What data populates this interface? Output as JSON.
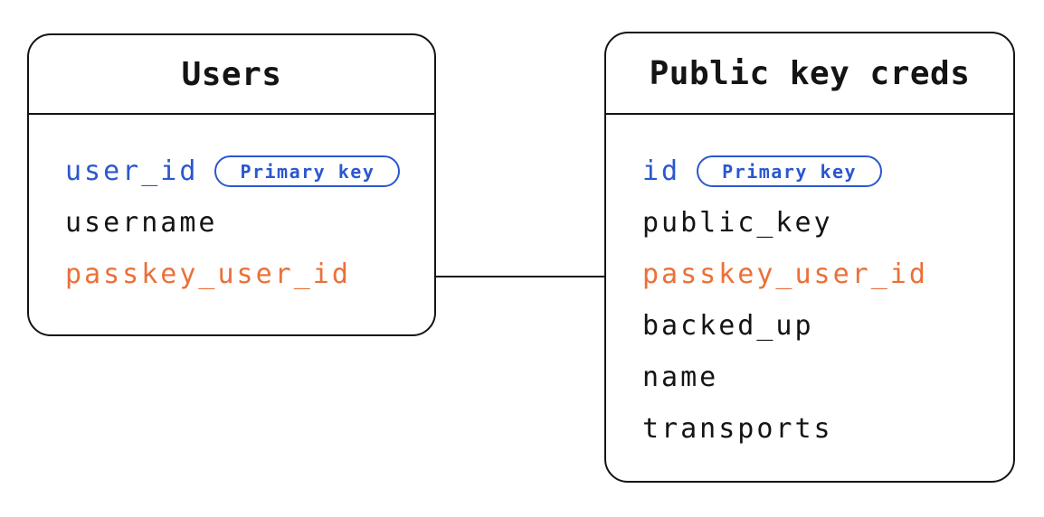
{
  "colors": {
    "border": "#141414",
    "primary_key_blue": "#2b57cf",
    "foreign_key_orange": "#eb7038",
    "background": "#ffffff"
  },
  "tables": [
    {
      "title": "Users",
      "fields": [
        {
          "name": "user_id",
          "badge": "Primary key",
          "color": "blue"
        },
        {
          "name": "username",
          "color": "black"
        },
        {
          "name": "passkey_user_id",
          "color": "orange"
        }
      ]
    },
    {
      "title": "Public key creds",
      "fields": [
        {
          "name": "id",
          "badge": "Primary key",
          "color": "blue"
        },
        {
          "name": "public_key",
          "color": "black"
        },
        {
          "name": "passkey_user_id",
          "color": "orange"
        },
        {
          "name": "backed_up",
          "color": "black"
        },
        {
          "name": "name",
          "color": "black"
        },
        {
          "name": "transports",
          "color": "black"
        }
      ]
    }
  ],
  "relationship": {
    "from_table": "Users",
    "from_field": "passkey_user_id",
    "to_table": "Public key creds",
    "to_field": "passkey_user_id"
  }
}
